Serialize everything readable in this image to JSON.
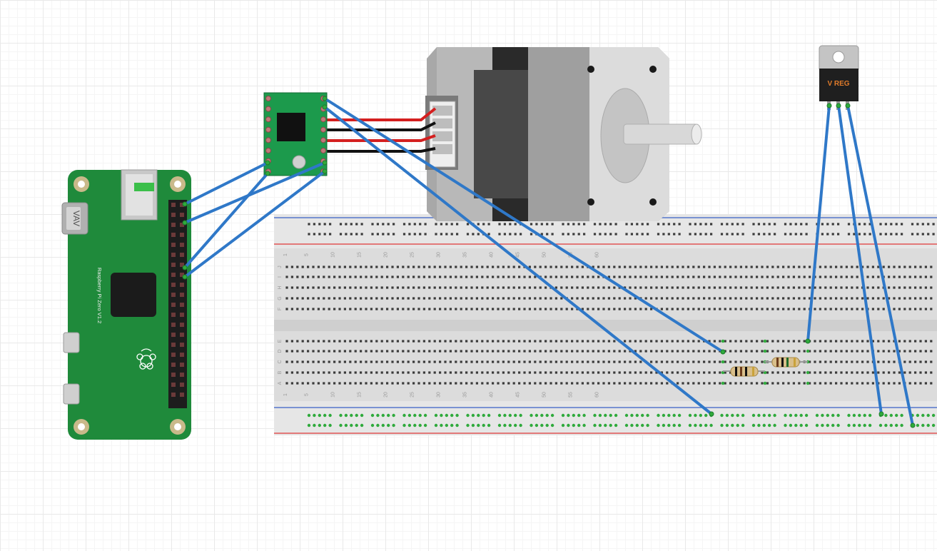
{
  "diagram": {
    "type": "fritzing-breadboard-view",
    "components": {
      "raspberry_pi": {
        "label": "Raspberry Pi Zero V1.2",
        "usb_label": "VAV"
      },
      "stepper_driver": {
        "name": "stepper driver module"
      },
      "stepper_motor": {
        "name": "stepper motor"
      },
      "regulator": {
        "label": "V REG"
      },
      "breadboard": {
        "column_numbers": [
          "1",
          "5",
          "10",
          "15",
          "20",
          "25",
          "30",
          "35",
          "40",
          "45",
          "50",
          "55",
          "60"
        ],
        "top_rows": [
          "J",
          "I",
          "H",
          "G",
          "F"
        ],
        "bottom_rows": [
          "E",
          "D",
          "C",
          "B",
          "A"
        ]
      },
      "resistors": [
        "resistor 1",
        "resistor 2"
      ]
    },
    "colors": {
      "wire_blue": "#2f78c8",
      "wire_red": "#d41f1f",
      "wire_black": "#111111",
      "pcb_green": "#1f8a3b",
      "driver_green": "#1c9a4c",
      "rail_red": "#e05555",
      "rail_blue": "#5577cc",
      "rail_hole_green": "#2faa3c"
    }
  }
}
